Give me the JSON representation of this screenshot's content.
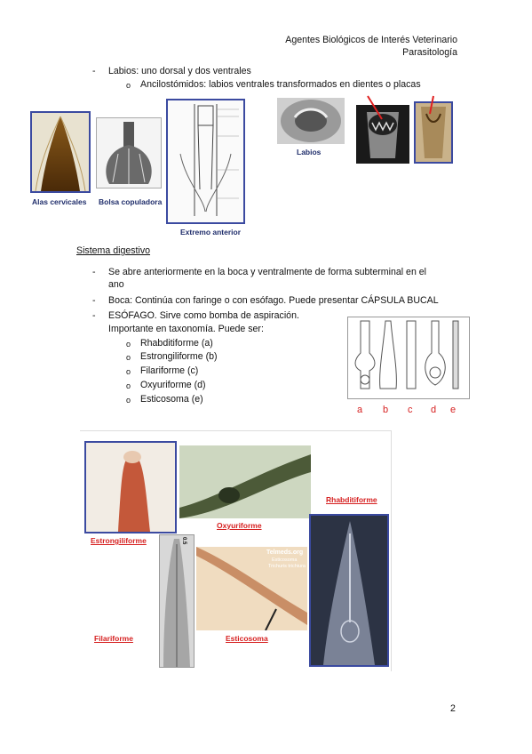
{
  "header": {
    "line1": "Agentes Biológicos de Interés Veterinario",
    "line2": "Parasitología"
  },
  "top_bullets": {
    "item1": "Labios: uno dorsal y dos ventrales",
    "sub1": "Ancilostómidos: labios ventrales transformados en dientes o placas"
  },
  "figure1": {
    "caption_alas": "Alas cervicales",
    "caption_bolsa": "Bolsa copuladora",
    "caption_extremo": "Extremo anterior",
    "caption_labios": "Labios"
  },
  "section": {
    "title": "Sistema digestivo",
    "bullet1_line1": "Se abre anteriormente en la boca y ventralmente de forma subterminal en el",
    "bullet1_line2": "ano",
    "bullet2": "Boca: Continúa con faringe o con esófago. Puede presentar CÁPSULA BUCAL",
    "bullet3_line1": "ESÓFAGO. Sirve como bomba de aspiración.",
    "bullet3_line2": "Importante en taxonomía. Puede ser:",
    "types": [
      "Rhabditiforme (a)",
      "Estrongiliforme (b)",
      "Filariforme (c)",
      "Oxyuriforme (d)",
      "Esticosoma (e)"
    ],
    "markers": {
      "dash": "-",
      "sub": "o"
    }
  },
  "figure2": {
    "letters": [
      "a",
      "b",
      "c",
      "d",
      "e"
    ]
  },
  "figure3": {
    "estrongiliforme": "Estrongiliforme",
    "oxyuriforme": "Oxyuriforme",
    "rhabditiforme": "Rhabditiforme",
    "filariforme": "Filariforme",
    "esticosoma": "Esticosoma",
    "watermark_title": "Telmeds.org",
    "watermark_sub1": "Esticosoma",
    "watermark_sub2": "Trichuris trichiura",
    "scale_label": "0.5"
  },
  "footer": {
    "page_number": "2"
  },
  "colors": {
    "caption_blue": "#1f2d6b",
    "caption_red": "#d62020",
    "frame_blue": "#3b4aa0"
  }
}
